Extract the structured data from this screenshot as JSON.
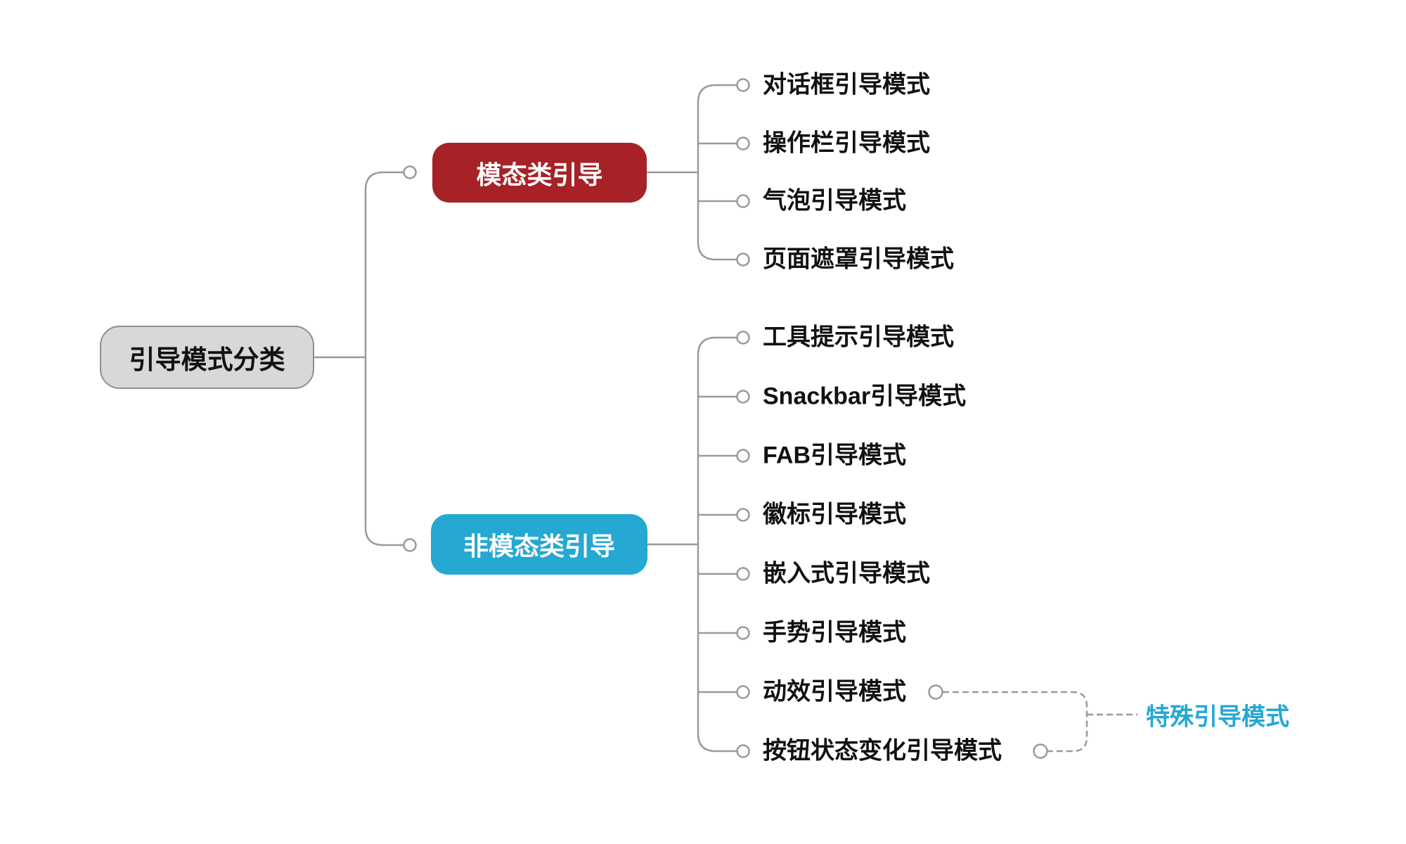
{
  "diagram_title": "引导模式分类",
  "colors": {
    "root_fill": "#d8d8d8",
    "root_border": "#8f8f8f",
    "modal_fill": "#a62226",
    "nonmodal_fill": "#25a8d2",
    "special_text": "#25a8d2",
    "connector": "#9a9a9a",
    "leaf_text": "#111111"
  },
  "root": {
    "label": "引导模式分类"
  },
  "branches": {
    "modal": {
      "label": "模态类引导",
      "children": [
        "对话框引导模式",
        "操作栏引导模式",
        "气泡引导模式",
        "页面遮罩引导模式"
      ]
    },
    "nonmodal": {
      "label": "非模态类引导",
      "children": [
        "工具提示引导模式",
        "Snackbar引导模式",
        "FAB引导模式",
        "徽标引导模式",
        "嵌入式引导模式",
        "手势引导模式",
        "动效引导模式",
        "按钮状态变化引导模式"
      ]
    }
  },
  "special": {
    "label": "特殊引导模式",
    "linked_nodes": [
      "动效引导模式",
      "按钮状态变化引导模式"
    ]
  }
}
